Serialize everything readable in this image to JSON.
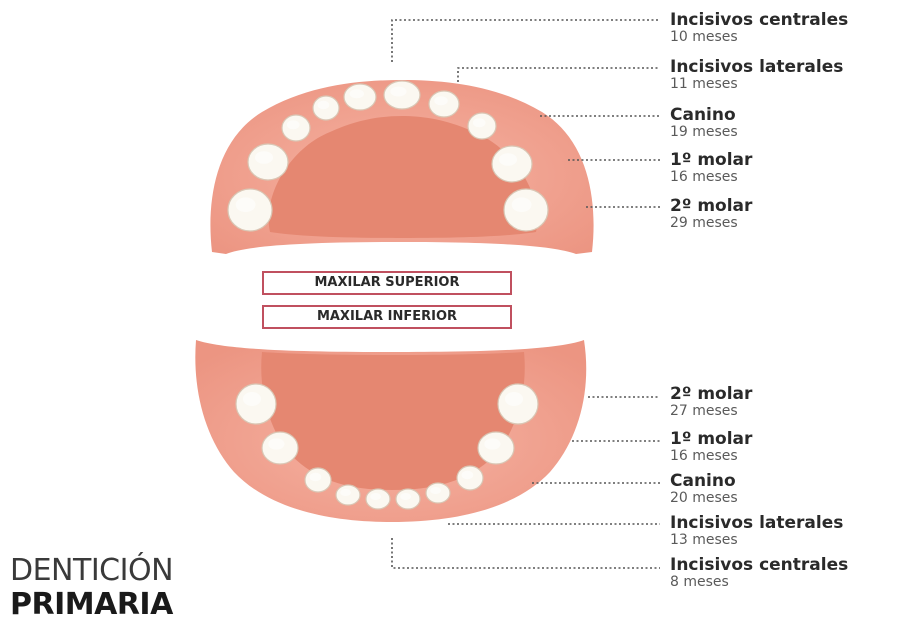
{
  "colors": {
    "gum": "#f2a898",
    "palate": "#e3826e",
    "tooth": "#fbf8f1",
    "leader": "#555555",
    "box_border": "#c0505f"
  },
  "upper_labels": [
    {
      "name": "Incisivos centrales",
      "age": "10 meses"
    },
    {
      "name": "Incisivos laterales",
      "age": "11 meses"
    },
    {
      "name": "Canino",
      "age": "19 meses"
    },
    {
      "name": "1º molar",
      "age": "16 meses"
    },
    {
      "name": "2º molar",
      "age": "29 meses"
    }
  ],
  "lower_labels": [
    {
      "name": "2º molar",
      "age": "27 meses"
    },
    {
      "name": "1º molar",
      "age": "16 meses"
    },
    {
      "name": "Canino",
      "age": "20 meses"
    },
    {
      "name": "Incisivos laterales",
      "age": "13 meses"
    },
    {
      "name": "Incisivos centrales",
      "age": "8 meses"
    }
  ],
  "jaws": {
    "upper": "MAXILAR SUPERIOR",
    "lower": "MAXILAR INFERIOR"
  },
  "title": {
    "line1": "DENTICIÓN",
    "line2": "PRIMARIA"
  }
}
